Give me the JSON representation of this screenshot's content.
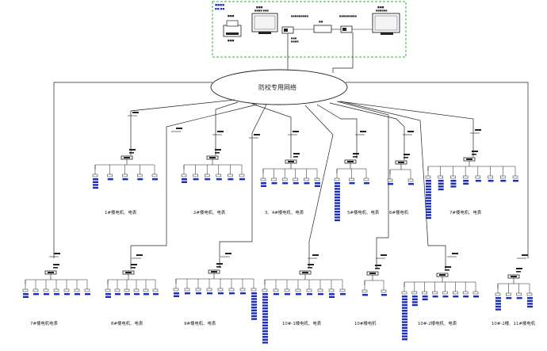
{
  "center_ring_label": "防校专用网络",
  "building_labels": {
    "b1": "1#楼电机、电表",
    "b2": "2#楼电机、电表",
    "b3": "3、4#楼电机、电表",
    "b4": "5#楼电机、电表",
    "b5": "6#楼电机",
    "b6": "7#楼电机、电表",
    "b7": "7#楼电机电表",
    "b8": "8#楼电机、电表",
    "b9": "9#楼电机、电表",
    "b10": "10#-1楼电机、电表",
    "b11": "10#楼电机",
    "b12": "10#-2楼电机、电表",
    "b13": "10#-2楼、11#楼电机"
  },
  "colors": {
    "line": "#222222",
    "device": "#1a2dbf",
    "dashed_box": "#2fb52f"
  }
}
